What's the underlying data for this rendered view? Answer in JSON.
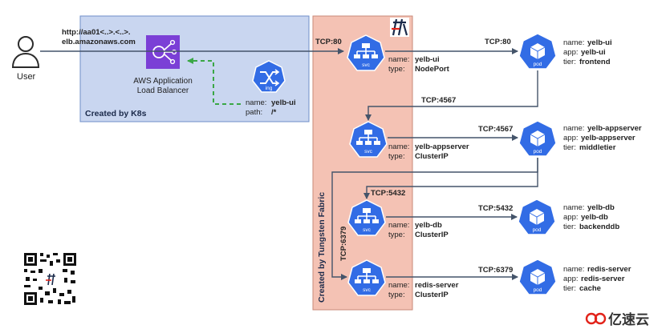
{
  "user": {
    "label": "User"
  },
  "url": {
    "line1": "http://aa01<..>.<..>.",
    "line2": "elb.amazonaws.com"
  },
  "k8s": {
    "region_label": "Created by K8s",
    "alb_line1": "AWS Application",
    "alb_line2": "Load Balancer",
    "ingress": {
      "icon_label": "ing",
      "name_key": "name:",
      "name_val": "yelb-ui",
      "path_key": "path:",
      "path_val": "/*"
    }
  },
  "tf": {
    "region_label": "Created by Tungsten Fabric"
  },
  "ports": {
    "user_to_svc": "TCP:80",
    "ui_svc_to_pod": "TCP:80",
    "ui_pod_to_app_svc": "TCP:4567",
    "app_svc_to_pod": "TCP:4567",
    "app_pod_to_db_svc": "TCP:5432",
    "db_svc_to_pod": "TCP:5432",
    "app_pod_to_redis_svc": "TCP:6379",
    "redis_svc_to_pod": "TCP:6379"
  },
  "services": [
    {
      "icon_label": "svc",
      "name_key": "name:",
      "name_val": "yelb-ui",
      "type_key": "type:",
      "type_val": "NodePort"
    },
    {
      "icon_label": "svc",
      "name_key": "name:",
      "name_val": "yelb-appserver",
      "type_key": "type:",
      "type_val": "ClusterIP"
    },
    {
      "icon_label": "svc",
      "name_key": "name:",
      "name_val": "yelb-db",
      "type_key": "type:",
      "type_val": "ClusterIP"
    },
    {
      "icon_label": "svc",
      "name_key": "name:",
      "name_val": "redis-server",
      "type_key": "type:",
      "type_val": "ClusterIP"
    }
  ],
  "pods": [
    {
      "icon_label": "pod",
      "name_key": "name:",
      "name_val": "yelb-ui",
      "app_key": "app:",
      "app_val": "yelb-ui",
      "tier_key": "tier:",
      "tier_val": "frontend"
    },
    {
      "icon_label": "pod",
      "name_key": "name:",
      "name_val": "yelb-appserver",
      "app_key": "app:",
      "app_val": "yelb-appserver",
      "tier_key": "tier:",
      "tier_val": "middletier"
    },
    {
      "icon_label": "pod",
      "name_key": "name:",
      "name_val": "yelb-db",
      "app_key": "app:",
      "app_val": "yelb-db",
      "tier_key": "tier:",
      "tier_val": "backenddb"
    },
    {
      "icon_label": "pod",
      "name_key": "name:",
      "name_val": "redis-server",
      "app_key": "app:",
      "app_val": "redis-server",
      "tier_key": "tier:",
      "tier_val": "cache"
    }
  ],
  "brand": {
    "name": "亿速云"
  },
  "colors": {
    "k8s_region_fill": "#c9d6f0",
    "k8s_region_stroke": "#6f8fc9",
    "tf_region_fill": "#f4c2b4",
    "tf_region_stroke": "#c98a78",
    "kube_blue": "#326ce5",
    "alb_purple": "#7b3fd6",
    "arrow": "#44546a",
    "dashed_green": "#3aa745",
    "brand_red": "#e2231a"
  }
}
